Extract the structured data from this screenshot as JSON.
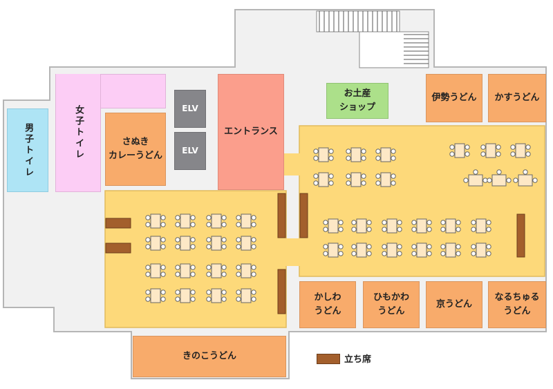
{
  "rooms": {
    "mens_toilet": "男子トイレ",
    "womens_toilet": "女子トイレ",
    "sanuki_curry_line1": "さぬき",
    "sanuki_curry_line2": "カレーうどん",
    "elv_top": "ELV",
    "elv_bottom": "ELV",
    "entrance": "エントランス",
    "souvenir_line1": "お土産",
    "souvenir_line2": "ショップ",
    "ise_udon": "伊勢うどん",
    "kasu_udon": "かすうどん",
    "kashiwa_line1": "かしわ",
    "kashiwa_line2": "うどん",
    "himokawa_line1": "ひもかわ",
    "himokawa_line2": "うどん",
    "kyo_udon": "京うどん",
    "naruchuru_line1": "なるちゅる",
    "naruchuru_line2": "うどん",
    "kinoko_udon": "きのこうどん"
  },
  "legend": {
    "standing_label": "立ち席"
  },
  "colors": {
    "udon_shop": "#f8ab6b",
    "mens_toilet": "#aee4f5",
    "womens_toilet": "#fccdf5",
    "elevator": "#86868a",
    "entrance": "#fb9e8c",
    "souvenir_shop": "#ace08a",
    "dining_area": "#fdd97a",
    "standing_counter": "#a35f2c",
    "table": "#fde8c6"
  },
  "icons": [
    "dining-table-icon",
    "chair-icon",
    "standing-counter-icon",
    "stairs-icon"
  ]
}
